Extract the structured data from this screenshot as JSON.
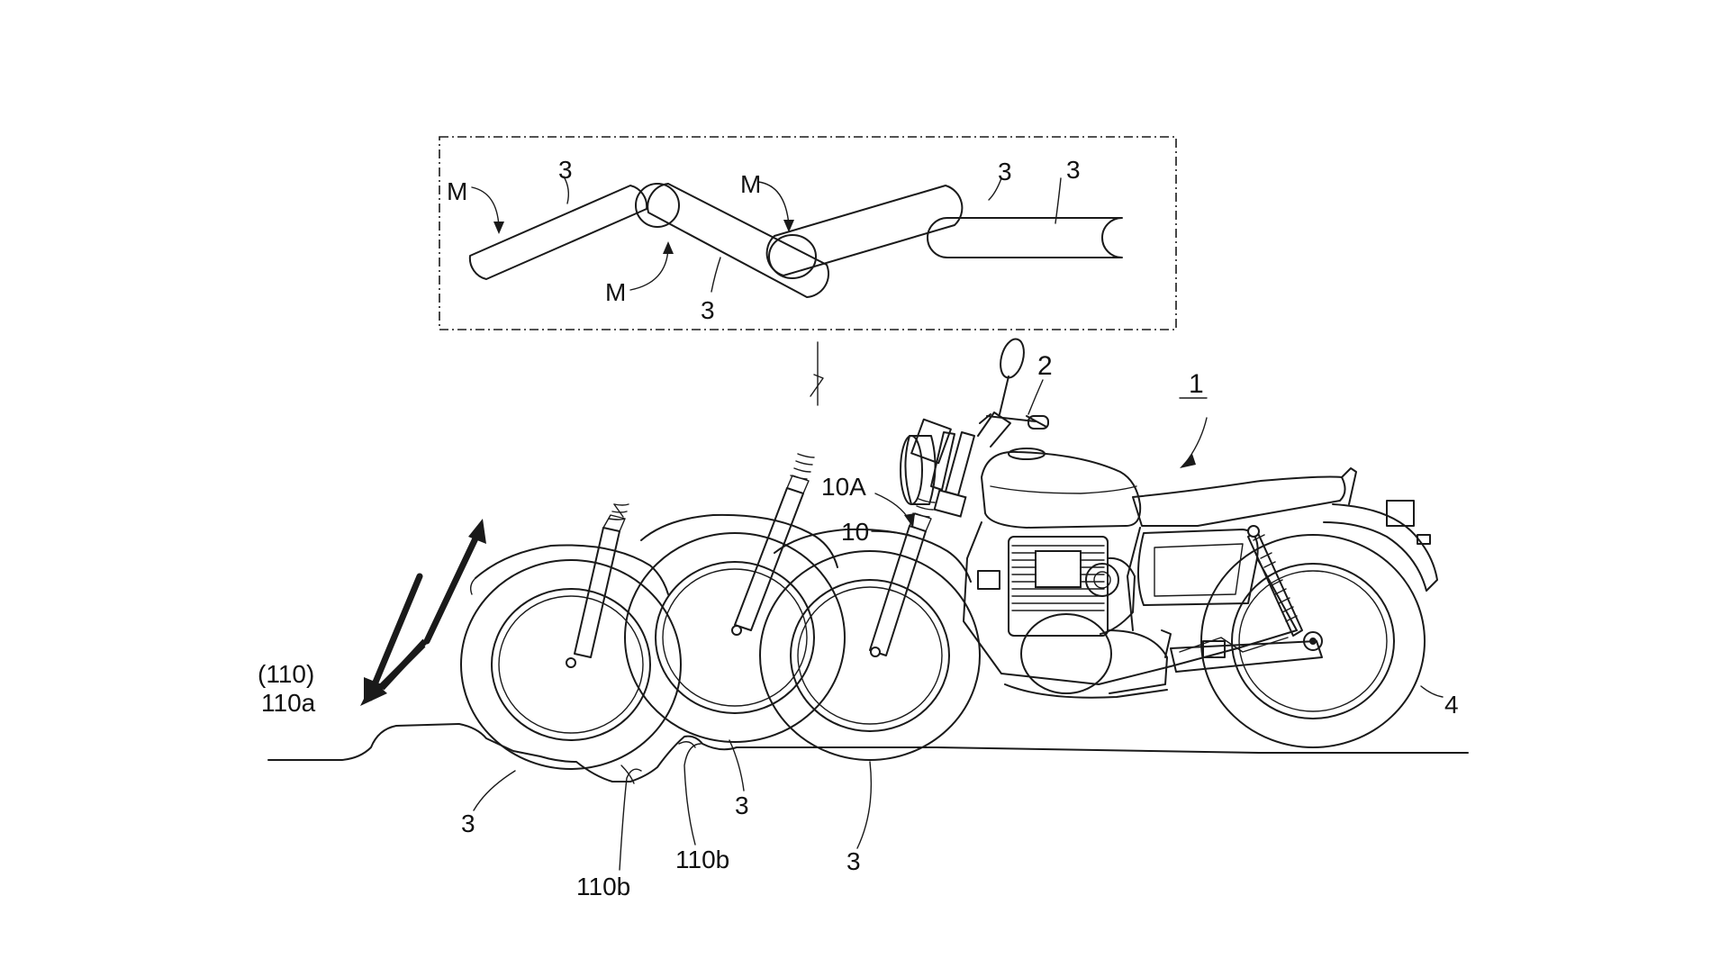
{
  "labels": {
    "inset_M_1": "M",
    "inset_M_2": "M",
    "inset_M_3": "M",
    "inset_3_a": "3",
    "inset_3_b": "3",
    "inset_3_c": "3",
    "inset_3_d": "3",
    "ref_1": "1",
    "ref_2": "2",
    "ref_10A": "10A",
    "ref_10": "10",
    "ref_4": "4",
    "ref_110": "(110)",
    "ref_110a": "110a",
    "ref_3_left": "3",
    "ref_3_mid": "3",
    "ref_3_right": "3",
    "ref_110b_left": "110b",
    "ref_110b_right": "110b"
  }
}
